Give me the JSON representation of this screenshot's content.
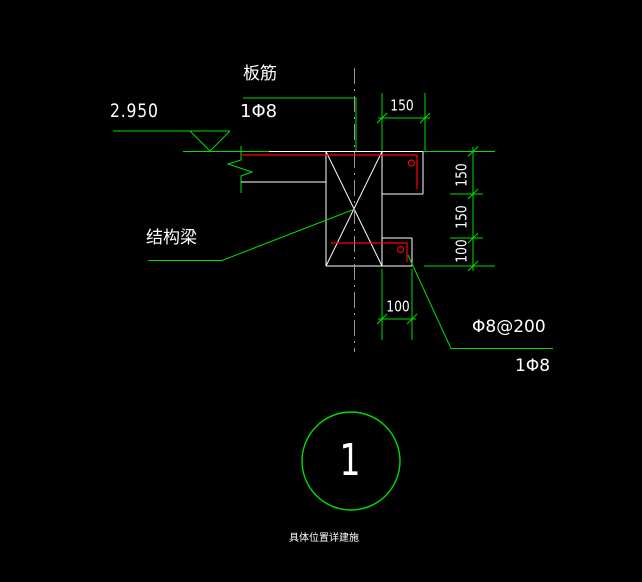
{
  "drawing": {
    "title_caption": "具体位置详建施",
    "detail_bubble": {
      "number": "1"
    },
    "annotations": {
      "elevation": "2.950",
      "slab_rebar_label": "板筋",
      "slab_rebar_spec": "1Φ8",
      "beam_label": "结构梁",
      "stirrup_spec": "Φ8@200",
      "bottom_bar_spec": "1Φ8"
    },
    "dimensions": {
      "top_width": "150",
      "right_chain": [
        "150",
        "150",
        "100"
      ],
      "bottom_width": "100"
    },
    "colors": {
      "background": "#000000",
      "annotation_green": "#00dd00",
      "outline_white": "#ffffff",
      "rebar_red": "#ff0000",
      "centerline_gray": "#999999",
      "text_white": "#ffffff"
    }
  }
}
